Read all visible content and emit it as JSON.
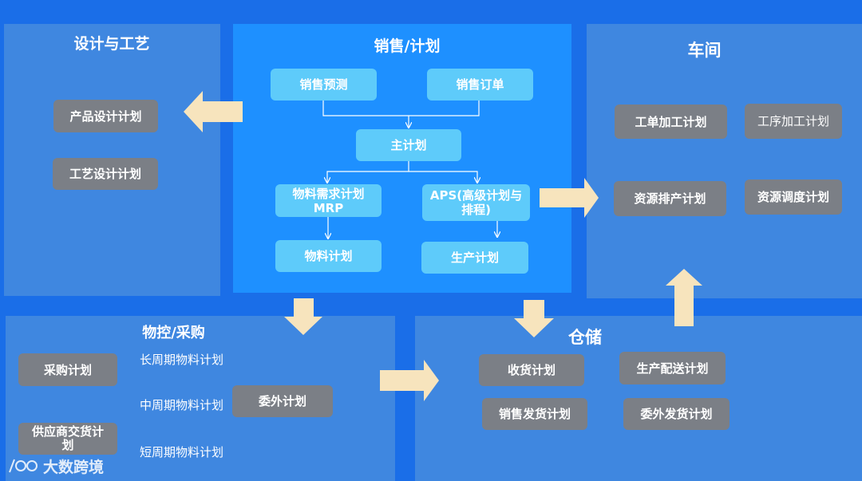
{
  "colors": {
    "background": "#1a6ee8",
    "panel": "#3f87e0",
    "center_panel": "#1e90ff",
    "gray_box": "#7b7f86",
    "light_blue_box": "#5ecbfa",
    "fat_arrow": "#f7e4bd"
  },
  "design": {
    "title": "设计与工艺",
    "items": [
      "产品设计计划",
      "工艺设计计划"
    ]
  },
  "sales": {
    "title": "销售/计划",
    "forecast": "销售预测",
    "order": "销售订单",
    "master": "主计划",
    "mrp": "物料需求计划\nMRP",
    "aps": "APS(高级计划与\n排程)",
    "material_plan": "物料计划",
    "production_plan": "生产计划"
  },
  "workshop": {
    "title": "车间",
    "items": [
      "工单加工计划",
      "工序加工计划",
      "资源排产计划",
      "资源调度计划"
    ]
  },
  "procurement": {
    "title": "物控/采购",
    "purchase_plan": "采购计划",
    "supplier_plan": "供应商交货计\n划",
    "long_term": "长周期物料计划",
    "mid_term": "中周期物料计划",
    "short_term": "短周期物料计划",
    "outsource_plan": "委外计划"
  },
  "warehouse": {
    "title": "仓储",
    "receive_plan": "收货计划",
    "production_delivery": "生产配送计划",
    "sales_shipment": "销售发货计划",
    "outsource_shipment": "委外发货计划"
  },
  "watermark": "大数跨境"
}
